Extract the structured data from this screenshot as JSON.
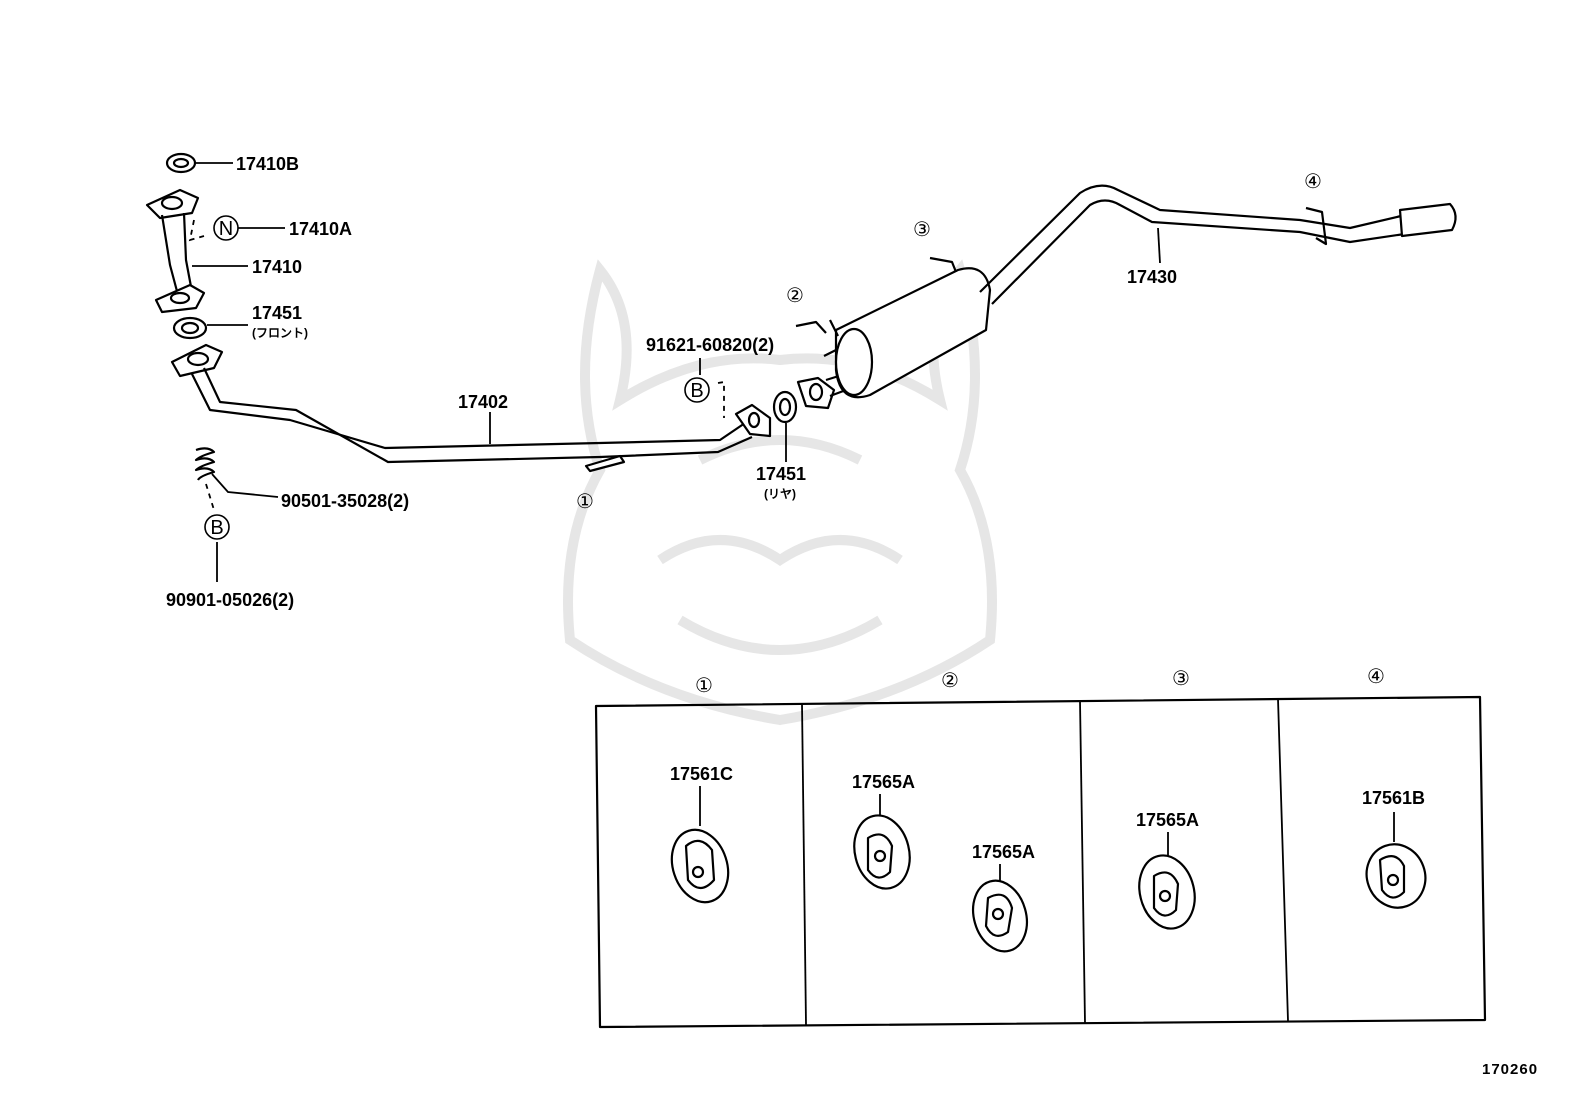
{
  "labels": {
    "gasket_17410b": "17410B",
    "nut_17410a": "17410A",
    "front_pipe_17410": "17410",
    "gasket_front": "17451",
    "gasket_front_note": "(フロント)",
    "center_pipe": "17402",
    "bolt_91621": "91621-60820(2)",
    "gasket_rear": "17451",
    "gasket_rear_note": "(リヤ)",
    "spring_90501": "90501-35028(2)",
    "bolt_90901": "90901-05026(2)",
    "tail_pipe": "17430",
    "figure_number": "170260"
  },
  "markers": {
    "n": "N",
    "b": "B",
    "c1": "①",
    "c2": "②",
    "c3": "③",
    "c4": "④"
  },
  "detail_table": {
    "columns": [
      {
        "marker": "①",
        "parts": [
          "17561C"
        ]
      },
      {
        "marker": "②",
        "parts": [
          "17565A",
          "17565A"
        ]
      },
      {
        "marker": "③",
        "parts": [
          "17565A"
        ]
      },
      {
        "marker": "④",
        "parts": [
          "17561B"
        ]
      }
    ]
  }
}
